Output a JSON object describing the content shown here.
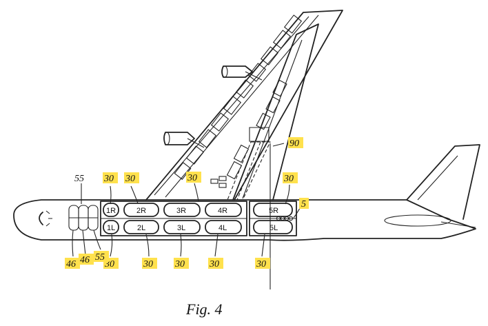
{
  "caption": "Fig. 4",
  "compartments_right": [
    "1R",
    "2R",
    "3R",
    "4R",
    "5R"
  ],
  "compartments_left": [
    "1L",
    "2L",
    "3L",
    "4L",
    "5L"
  ],
  "refs": {
    "r30a": "30",
    "r30b": "30",
    "r30c": "30",
    "r30d": "30",
    "r30e": "30",
    "r30f": "30",
    "r30g": "30",
    "r30h": "30",
    "r30i": "30",
    "r90": "90",
    "r5": "5",
    "r55top": "55",
    "r46a": "46",
    "r46b": "46",
    "r55bot": "55"
  }
}
